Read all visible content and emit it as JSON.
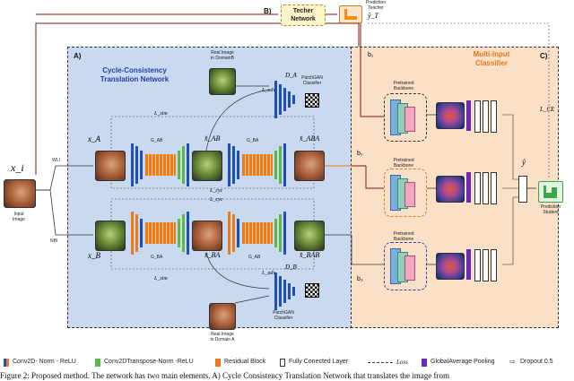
{
  "teacher": {
    "label": "B)",
    "box": "Techer Network",
    "prediction_label": "Prediction Teacher",
    "symbol": "ŷ_T"
  },
  "panel_a": {
    "label": "A)",
    "title_line1": "Cycle-Consistency",
    "title_line2": "Translation Network"
  },
  "panel_c": {
    "label": "C)",
    "title_line1": "Multi-Input",
    "title_line2": "Classifier"
  },
  "input": {
    "symbol": "x_i",
    "caption_line1": "Input",
    "caption_line2": "Image",
    "wli": "WLI",
    "nbi": "NBI"
  },
  "top_row": {
    "xa": "x_A",
    "gab": "G_AB",
    "xhat_ab": "x̂_AB",
    "gba": "G_BA",
    "xhat_aba": "x̂_ABA"
  },
  "bottom_row": {
    "xb": "x_B",
    "gba": "G_BA",
    "xhat_ba": "x̂_BA",
    "gab": "G_AB",
    "xhat_bab": "x̂_BAB"
  },
  "discriminators": {
    "da": "D_A",
    "db": "D_B",
    "patchgan": "PatchGAN",
    "classifier": "Classifier",
    "real_b_line1": "Real Image",
    "real_b_line2": "in DomainB",
    "real_a_line1": "Real Image",
    "real_a_line2": "in Domain A"
  },
  "losses": {
    "l_sim_top": "L_sim",
    "l_sim_bottom": "L_sim",
    "l_adv_top": "L_adv",
    "l_adv_bottom": "L_adv",
    "l_cyc_1": "L_cyc",
    "l_cyc_2": "L_cyc",
    "l_ce": "L_CE"
  },
  "branches": {
    "b1": "b₁",
    "b2": "b₂",
    "b3": "b₃",
    "backbone_line1": "Pretrained",
    "backbone_line2": "Backbone"
  },
  "output": {
    "y_hat": "ŷ",
    "prediction_line1": "Prediction",
    "prediction_line2": "Student"
  },
  "legend": {
    "conv_norm": "Conv2D- Norm - ReLU",
    "convT_norm": "Conv2DTranspose-Norm -ReLU",
    "residual": "Residual Block",
    "fc": "Fully Conected Layer",
    "loss": "Loss",
    "gap": "GlobalAverage Pooling",
    "dropout": "Dropout 0.5"
  },
  "caption": "Figure 2: Proposed method. The network has two main elements. A) Cycle Consistency Translation Network that translates the image from",
  "colors": {
    "panel_a_bg": "#c9daf0",
    "panel_c_bg": "#fbe0c8",
    "conv_blue": "#1f4fb8",
    "convT_green": "#5fb848",
    "residual_orange": "#f07a1a",
    "gap_purple": "#6a2ab8",
    "output_green": "#3aa84a",
    "teacher_orange": "#f08a1a",
    "dark_red": "#7a1a12"
  }
}
